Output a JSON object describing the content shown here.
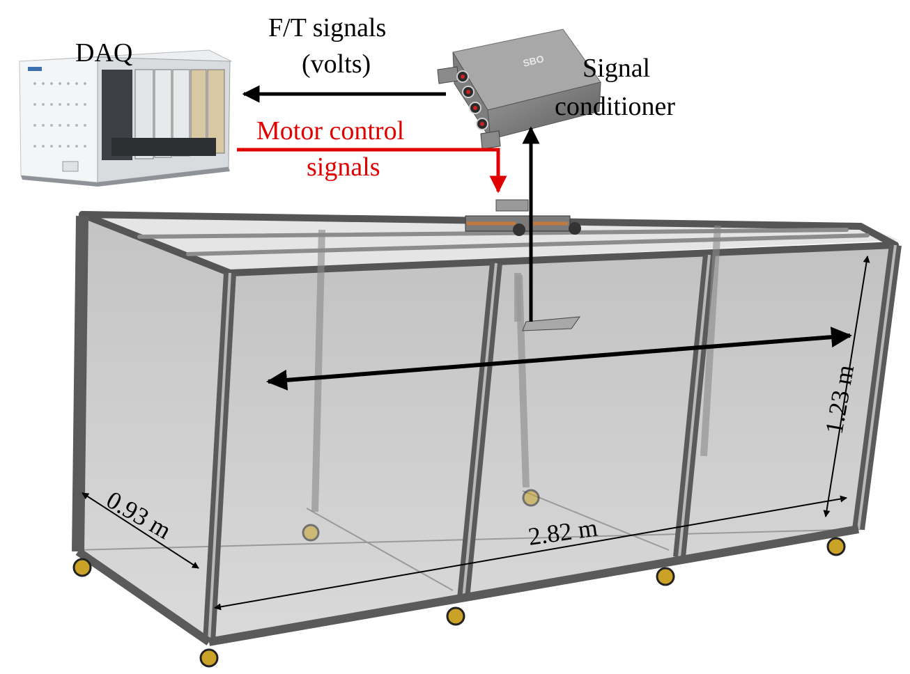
{
  "labels": {
    "daq": "DAQ",
    "ft_signals_line1": "F/T signals",
    "ft_signals_line2": "(volts)",
    "signal_conditioner_line1": "Signal",
    "signal_conditioner_line2": "conditioner",
    "motor_control_line1": "Motor control",
    "motor_control_line2": "signals",
    "dim_depth": "0.93 m",
    "dim_length": "2.82 m",
    "dim_height": "1.23 m"
  },
  "device_text": {
    "conditioner_brand": "SBO"
  },
  "colors": {
    "arrow_black": "#000000",
    "arrow_red": "#e00000",
    "frame": "#6e6e6e",
    "glass": "#c9c9c9",
    "wheel": "#c9a227"
  }
}
